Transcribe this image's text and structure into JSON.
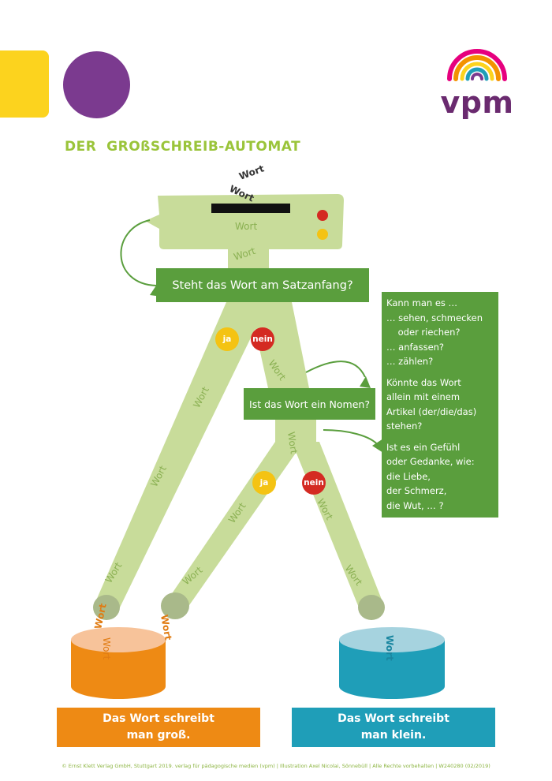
{
  "logo": {
    "text": "vpm"
  },
  "title": "DER  GROßSCHREIB-AUTOMAT",
  "machine": {
    "slot_words": [
      "Wort",
      "Wort"
    ],
    "words": [
      "Wort",
      "Wort"
    ]
  },
  "question_1": "Steht das Wort am Satzanfang?",
  "question_2": "Ist das Wort ein Nomen?",
  "badges": {
    "yes": "ja",
    "no": "nein"
  },
  "pipe_words": {
    "left_upper": "Wort",
    "left_middle": "Wort",
    "left_lower": "Wort",
    "right_branch": "Wort",
    "stem": "Wort",
    "inner_left_upper": "Wort",
    "inner_left_lower": "Wort",
    "right_upper": "Wort",
    "right_lower": "Wort",
    "falling_left_1": "Wort",
    "falling_left_2": "Wort",
    "bin_left": "Wort",
    "falling_right": "Wort"
  },
  "hint_panel": {
    "block1": [
      "Kann man es …",
      "… sehen, schmecken",
      "    oder riechen?",
      "… anfassen?",
      "… zählen?"
    ],
    "block2": [
      "Könnte das Wort",
      "allein mit einem",
      "Artikel (der/die/das)",
      "stehen?"
    ],
    "block3": [
      "Ist es ein Gefühl",
      "oder Gedanke, wie:",
      "die Liebe,",
      "der Schmerz,",
      "die Wut, … ?"
    ]
  },
  "results": {
    "upper": [
      "Das Wort schreibt",
      "man groß."
    ],
    "lower": [
      "Das Wort schreibt",
      "man klein."
    ]
  },
  "footer": "© Ernst Klett Verlag GmbH, Stuttgart 2019. verlag für pädagogische medien (vpm) | Illustration Axel Nicolai, Sönnebüll | Alle Rechte vorbehalten | W240280 (02/2019)",
  "colors": {
    "pipe": "#c8dc9a",
    "pipe_text": "#8ab052",
    "box_green": "#5a9e3d",
    "orange": "#ee8a14",
    "blue": "#1f9eb8",
    "yellow": "#fcd31e",
    "purple": "#7b3a8f",
    "title_green": "#9ac43a"
  }
}
